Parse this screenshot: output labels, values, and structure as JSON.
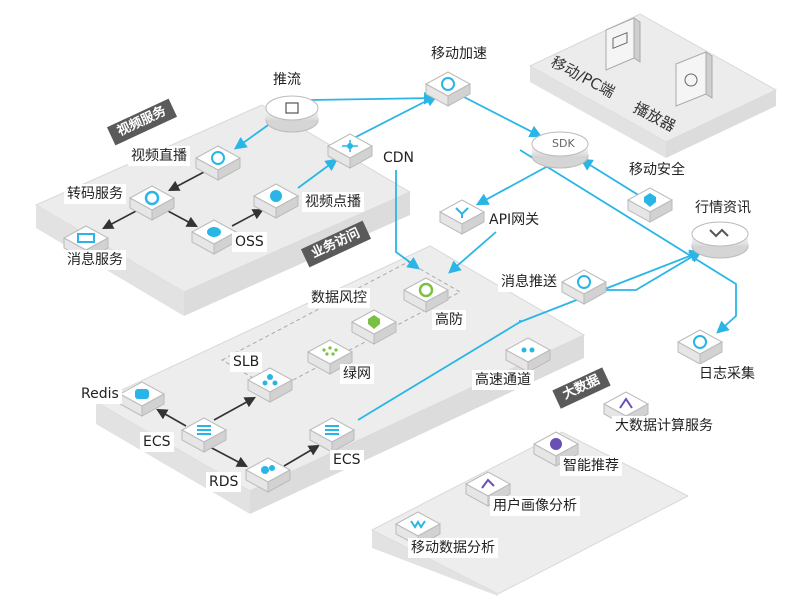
{
  "zones": {
    "video": "视频服务",
    "business": "业务访问",
    "bigdata": "大数据"
  },
  "devices": {
    "mobile_pc": "移动/PC端",
    "player": "播放器"
  },
  "nodes": {
    "push_stream": "推流",
    "mobile_accel": "移动加速",
    "video_live": "视频直播",
    "transcode": "转码服务",
    "message_service": "消息服务",
    "oss": "OSS",
    "vod": "视频点播",
    "cdn": "CDN",
    "sdk": "SDK",
    "mobile_security": "移动安全",
    "api_gateway": "API网关",
    "market_info": "行情资讯",
    "data_risk": "数据风控",
    "anti_ddos": "高防",
    "msg_push": "消息推送",
    "slb": "SLB",
    "green_net": "绿网",
    "redis": "Redis",
    "ecs_left": "ECS",
    "rds": "RDS",
    "ecs_right": "ECS",
    "express_channel": "高速通道",
    "log_collect": "日志采集",
    "bigdata_compute": "大数据计算服务",
    "smart_recommend": "智能推荐",
    "user_profile": "用户画像分析",
    "mobile_analytics": "移动数据分析"
  },
  "colors": {
    "accent": "#29b6e6",
    "arrow_dark": "#333333",
    "platform": "#ebebeb",
    "zone_label": "#5a5a5a"
  }
}
